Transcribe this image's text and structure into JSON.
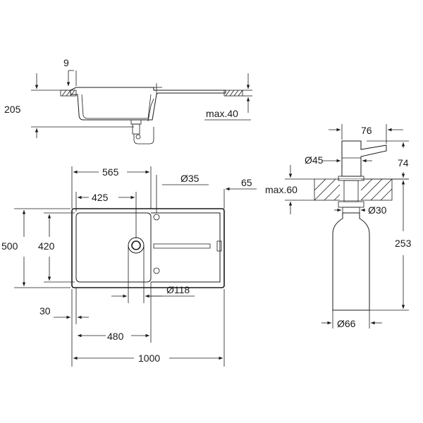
{
  "diagram": {
    "top_view_labels": {
      "flange": "9",
      "depth": "205",
      "worktop_max": "max.40"
    },
    "plan_view_labels": {
      "bowl_width": "565",
      "drain_offset": "425",
      "tap_hole": "Ø35",
      "tap_offset": "65",
      "overall_depth": "500",
      "bowl_depth": "420",
      "rim_offset": "30",
      "waste": "Ø118",
      "bowl_inner": "480",
      "overall_width": "1000"
    },
    "dispenser_labels": {
      "spout_length": "76",
      "pump_diameter": "Ø45",
      "pump_height": "74",
      "worktop_max": "max.60",
      "hole_diameter": "Ø30",
      "total_height": "253",
      "bottle_diameter": "Ø66"
    }
  }
}
